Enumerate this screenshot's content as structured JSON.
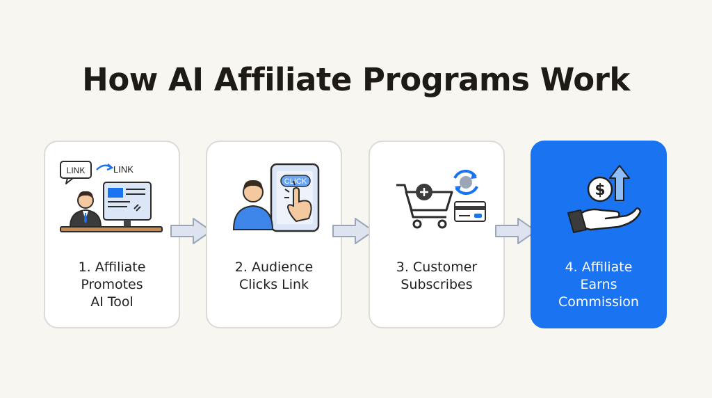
{
  "title": "How AI Affiliate Programs Work",
  "steps": [
    {
      "label": "1. Affiliate\nPromotes\nAI Tool",
      "link_bubble": "LINK",
      "link_out": "LINK"
    },
    {
      "label": "2. Audience\nClicks Link",
      "click_text": "CLICK"
    },
    {
      "label": "3. Customer\nSubscribes"
    },
    {
      "label": "4. Affiliate\nEarns\nCommission",
      "currency": "$"
    }
  ],
  "colors": {
    "accent": "#1a73f0",
    "arrow": "#dde4ef",
    "arrow_stroke": "#9aa6b8"
  }
}
